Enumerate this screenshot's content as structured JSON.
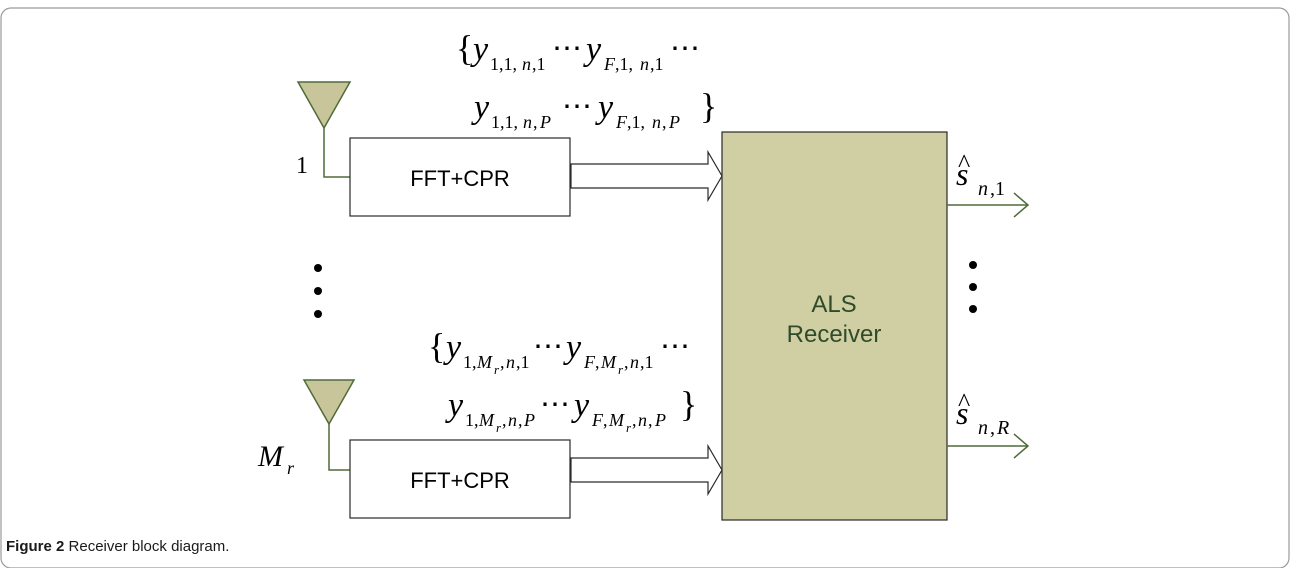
{
  "caption": {
    "label": "Figure 2",
    "text": "Receiver block diagram."
  },
  "antennas": {
    "first_index": "1",
    "last_index_base": "M",
    "last_index_sub": "r"
  },
  "blocks": {
    "fft_top": "FFT+CPR",
    "fft_bottom": "FFT+CPR",
    "als_line1": "ALS",
    "als_line2": "Receiver"
  },
  "colors": {
    "antenna_fill": "#c8c59a",
    "antenna_stroke": "#4f6b3a",
    "als_fill": "#d0cea3",
    "als_text": "#2f4b2a"
  }
}
